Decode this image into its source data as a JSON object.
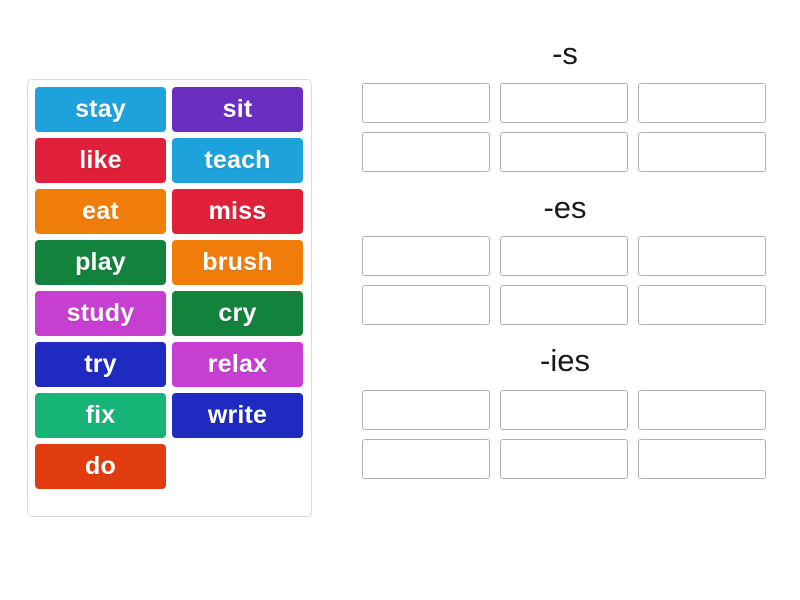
{
  "activity": {
    "type": "group-sort",
    "background_color": "#ffffff"
  },
  "word_bank": {
    "panel_border_color": "#dcdcdc",
    "tiles": [
      {
        "label": "stay",
        "color": "#1ea2dc",
        "text_color": "#ffffff"
      },
      {
        "label": "sit",
        "color": "#6a2fc0",
        "text_color": "#ffffff"
      },
      {
        "label": "like",
        "color": "#e01f38",
        "text_color": "#ffffff"
      },
      {
        "label": "teach",
        "color": "#1ea2dc",
        "text_color": "#ffffff"
      },
      {
        "label": "eat",
        "color": "#f07d0a",
        "text_color": "#ffffff"
      },
      {
        "label": "miss",
        "color": "#e01f38",
        "text_color": "#ffffff"
      },
      {
        "label": "play",
        "color": "#13823c",
        "text_color": "#ffffff"
      },
      {
        "label": "brush",
        "color": "#f07d0a",
        "text_color": "#ffffff"
      },
      {
        "label": "study",
        "color": "#c63fd0",
        "text_color": "#ffffff"
      },
      {
        "label": "cry",
        "color": "#13823c",
        "text_color": "#ffffff"
      },
      {
        "label": "try",
        "color": "#1f2ac0",
        "text_color": "#ffffff"
      },
      {
        "label": "relax",
        "color": "#c63fd0",
        "text_color": "#ffffff"
      },
      {
        "label": "fix",
        "color": "#16b476",
        "text_color": "#ffffff"
      },
      {
        "label": "write",
        "color": "#1f2ac0",
        "text_color": "#ffffff"
      },
      {
        "label": "do",
        "color": "#e13c10",
        "text_color": "#ffffff"
      }
    ]
  },
  "categories": [
    {
      "heading": "-s",
      "slots": [
        "",
        "",
        "",
        "",
        "",
        ""
      ]
    },
    {
      "heading": "-es",
      "slots": [
        "",
        "",
        "",
        "",
        "",
        ""
      ]
    },
    {
      "heading": "-ies",
      "slots": [
        "",
        "",
        "",
        "",
        "",
        ""
      ]
    }
  ],
  "dropzone": {
    "border_color": "#b3b3b3",
    "fill_color": "#ffffff"
  }
}
